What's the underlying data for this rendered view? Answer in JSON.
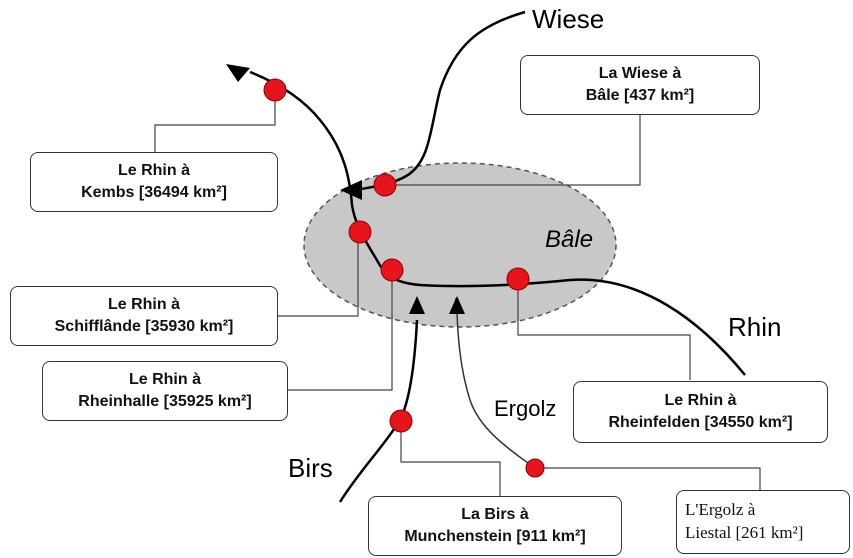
{
  "region_label": "Bâle",
  "rivers": {
    "wiese": "Wiese",
    "rhin": "Rhin",
    "ergolz": "Ergolz",
    "birs": "Birs"
  },
  "stations": {
    "wiese_bale": {
      "line1": "La Wiese à",
      "line2": "Bâle [437 km²]"
    },
    "kembs": {
      "line1": "Le Rhin à",
      "line2": "Kembs [36494 km²]"
    },
    "schifflande": {
      "line1": "Le Rhin à",
      "line2": "Schifflânde [35930 km²]"
    },
    "rheinhalle": {
      "line1": "Le Rhin à",
      "line2": "Rheinhalle [35925 km²]"
    },
    "rheinfelden": {
      "line1": "Le Rhin à",
      "line2": "Rheinfelden [34550 km²]"
    },
    "munchenstein": {
      "line1": "La Birs à",
      "line2": "Munchenstein [911 km²]"
    },
    "liestal": {
      "line1": "L'Ergolz à",
      "line2": "Liestal [261 km²]"
    }
  },
  "colors": {
    "station_fill": "#e8141c",
    "region_fill": "#c8c8c8",
    "line": "#000000"
  }
}
